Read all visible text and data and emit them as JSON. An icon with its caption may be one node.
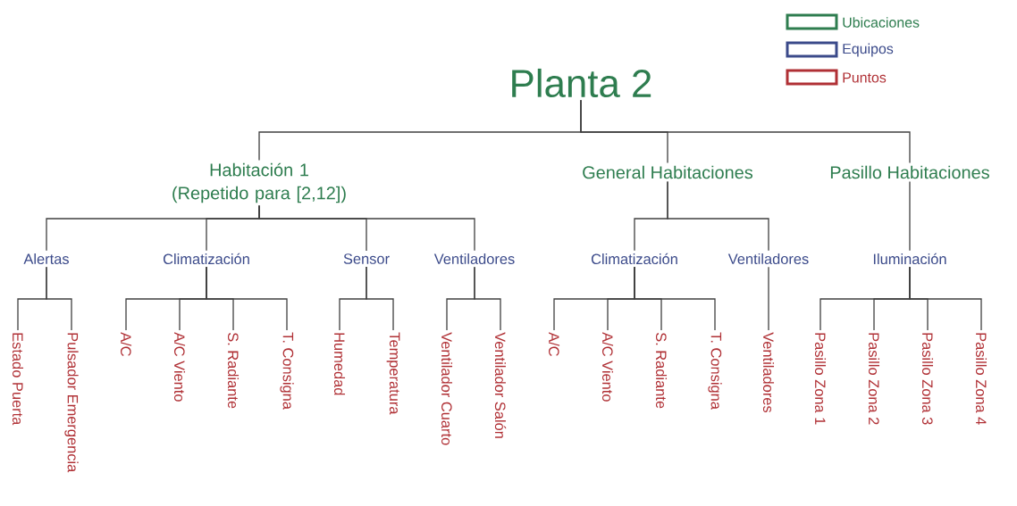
{
  "diagram": {
    "nodes": [
      {
        "text": [
          "Planta 2"
        ]
      },
      {
        "text": [
          "Habitación 1 (Repetido para [2,12])"
        ]
      },
      {
        "text": [
          "General Habitaciones"
        ]
      },
      {
        "text": [
          "Pasillo Habitaciones"
        ]
      },
      {
        "text": [
          "Alertas"
        ]
      },
      {
        "text": [
          "Climatización"
        ]
      },
      {
        "text": [
          "Sensor"
        ]
      },
      {
        "text": [
          "Ventiladores"
        ]
      },
      {
        "text": [
          "Climatización"
        ]
      },
      {
        "text": [
          "Ventiladores"
        ]
      },
      {
        "text": [
          "Iluminación"
        ]
      },
      {
        "text": [
          "Estado Puerta"
        ]
      },
      {
        "text": [
          "Pulsador Emergencia"
        ]
      },
      {
        "text": [
          "A/C"
        ]
      },
      {
        "text": [
          "A/C Viento"
        ]
      },
      {
        "text": [
          "S. Radiante"
        ]
      },
      {
        "text": [
          "T. Consigna"
        ]
      },
      {
        "text": [
          "Humedad"
        ]
      },
      {
        "text": [
          "Temperatura"
        ]
      },
      {
        "text": [
          "Ventilador Cuarto"
        ]
      },
      {
        "text": [
          "Ventilador Salón"
        ]
      },
      {
        "text": [
          "A/C"
        ]
      },
      {
        "text": [
          "A/C Viento"
        ]
      },
      {
        "text": [
          "S. Radiante"
        ]
      },
      {
        "text": [
          "T. Consigna"
        ]
      },
      {
        "text": [
          "Ventiladores"
        ]
      },
      {
        "text": [
          "Pasillo Zona 1"
        ]
      },
      {
        "text": [
          "Pasillo Zona 2"
        ]
      },
      {
        "text": [
          "Pasillo Zona 3"
        ]
      },
      {
        "text": [
          "Pasillo Zona 4"
        ]
      }
    ],
    "edges": [
      {
        "from": 0,
        "to": 1,
        "arrow": "none"
      },
      {
        "from": 0,
        "to": 2,
        "arrow": "none"
      },
      {
        "from": 0,
        "to": 3,
        "arrow": "none"
      },
      {
        "from": 1,
        "to": 4,
        "arrow": "none"
      },
      {
        "from": 1,
        "to": 5,
        "arrow": "none"
      },
      {
        "from": 1,
        "to": 6,
        "arrow": "none"
      },
      {
        "from": 1,
        "to": 7,
        "arrow": "none"
      },
      {
        "from": 2,
        "to": 8,
        "arrow": "none"
      },
      {
        "from": 2,
        "to": 9,
        "arrow": "none"
      },
      {
        "from": 3,
        "to": 10,
        "arrow": "none"
      },
      {
        "from": 4,
        "to": 11,
        "arrow": "none"
      },
      {
        "from": 4,
        "to": 12,
        "arrow": "none"
      },
      {
        "from": 5,
        "to": 13,
        "arrow": "none"
      },
      {
        "from": 5,
        "to": 14,
        "arrow": "none"
      },
      {
        "from": 5,
        "to": 15,
        "arrow": "none"
      },
      {
        "from": 5,
        "to": 16,
        "arrow": "none"
      },
      {
        "from": 6,
        "to": 17,
        "arrow": "none"
      },
      {
        "from": 6,
        "to": 18,
        "arrow": "none"
      },
      {
        "from": 7,
        "to": 19,
        "arrow": "none"
      },
      {
        "from": 7,
        "to": 20,
        "arrow": "none"
      },
      {
        "from": 8,
        "to": 21,
        "arrow": "none"
      },
      {
        "from": 8,
        "to": 22,
        "arrow": "none"
      },
      {
        "from": 8,
        "to": 23,
        "arrow": "none"
      },
      {
        "from": 8,
        "to": 24,
        "arrow": "none"
      },
      {
        "from": 9,
        "to": 25,
        "arrow": "none"
      },
      {
        "from": 10,
        "to": 26,
        "arrow": "none"
      },
      {
        "from": 10,
        "to": 27,
        "arrow": "none"
      },
      {
        "from": 10,
        "to": 28,
        "arrow": "none"
      },
      {
        "from": 10,
        "to": 29,
        "arrow": "none"
      }
    ],
    "legend": [
      {
        "text": "Ubicaciones",
        "color": "#2e7d4f"
      },
      {
        "text": "Equipos",
        "color": "#3b4a8a"
      },
      {
        "text": "Puntos",
        "color": "#b03035"
      }
    ]
  }
}
